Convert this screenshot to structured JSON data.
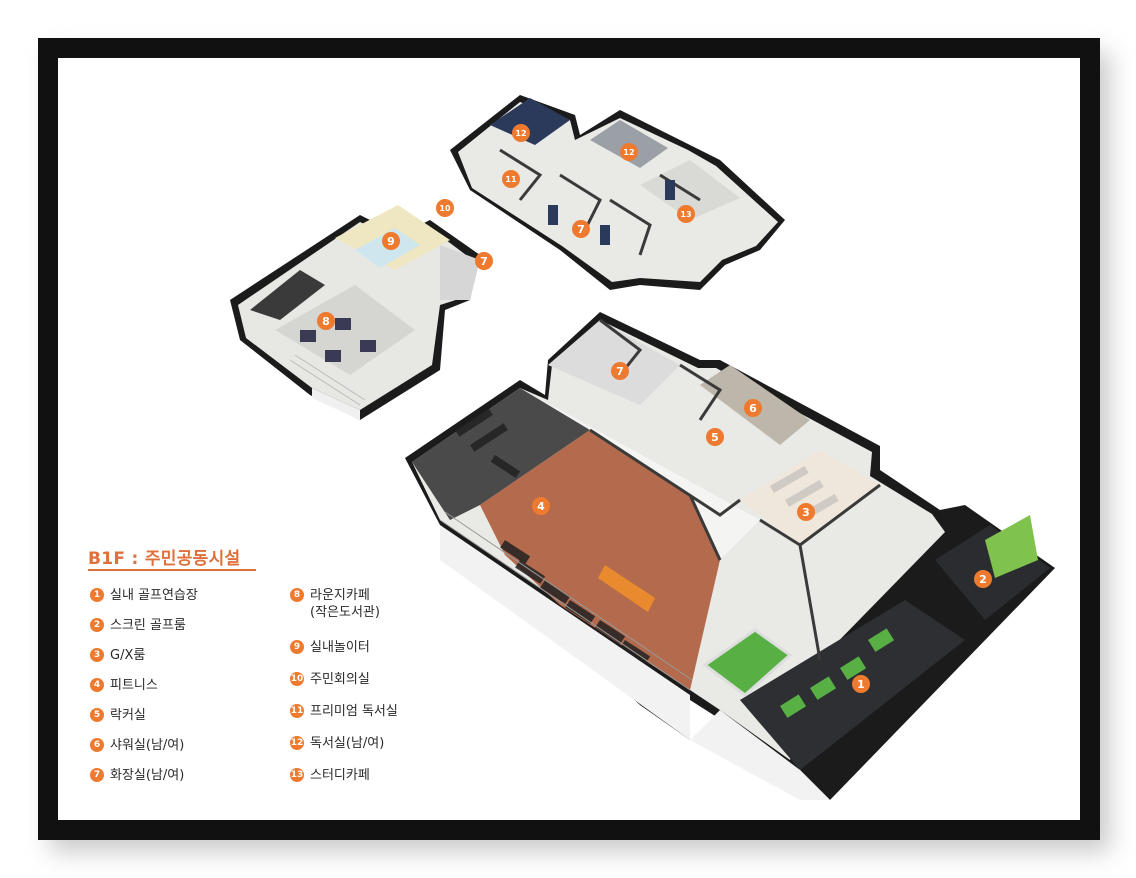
{
  "legend": {
    "title": "B1F : 주민공동시설",
    "items": [
      {
        "num": "1",
        "label": "실내 골프연습장"
      },
      {
        "num": "2",
        "label": "스크린 골프룸"
      },
      {
        "num": "3",
        "label": "G/X룸"
      },
      {
        "num": "4",
        "label": "피트니스"
      },
      {
        "num": "5",
        "label": "락커실"
      },
      {
        "num": "6",
        "label": "샤워실(남/여)"
      },
      {
        "num": "7",
        "label": "화장실(남/여)"
      },
      {
        "num": "8",
        "label": "라운지카페",
        "label2": "(작은도서관)"
      },
      {
        "num": "9",
        "label": "실내놀이터"
      },
      {
        "num": "10",
        "label": "주민회의실"
      },
      {
        "num": "11",
        "label": "프리미엄 독서실"
      },
      {
        "num": "12",
        "label": "독서실(남/여)"
      },
      {
        "num": "13",
        "label": "스터디카페"
      }
    ]
  },
  "markers": {
    "m1": "1",
    "m2": "2",
    "m3": "3",
    "m4": "4",
    "m5": "5",
    "m6": "6",
    "m7a": "7",
    "m7b": "7",
    "m7c": "7",
    "m8": "8",
    "m9": "9",
    "m10": "10",
    "m11": "11",
    "m12a": "12",
    "m12b": "12",
    "m13": "13"
  },
  "colors": {
    "frame": "#111111",
    "accent": "#ee7a2f",
    "floor": "#e9e9e6",
    "fitness_floor": "#b46a4c",
    "golf_floor": "#2d2f33",
    "turf": "#58b045"
  }
}
